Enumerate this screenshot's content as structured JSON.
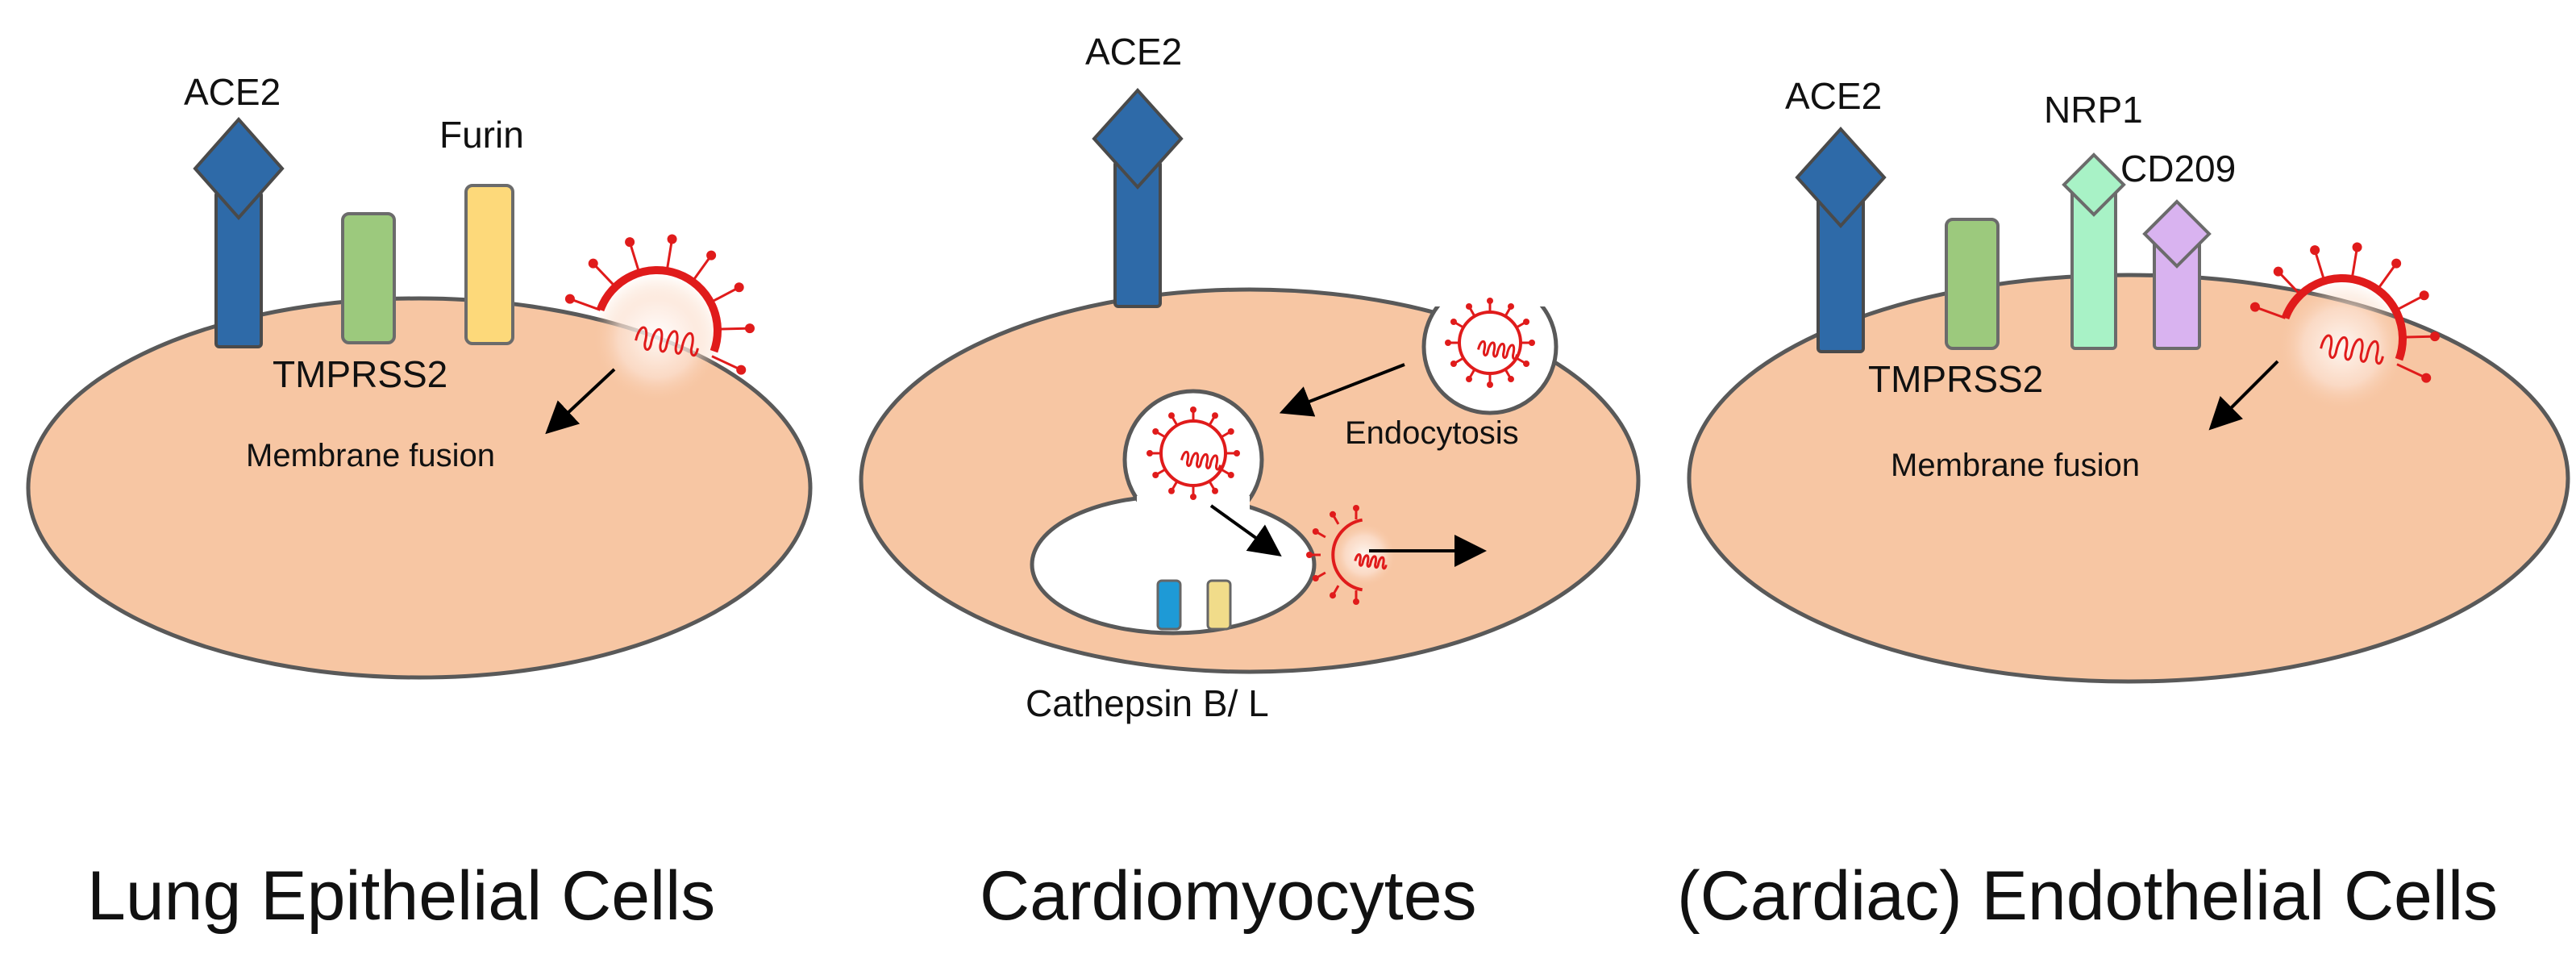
{
  "panels": {
    "lung": {
      "ace2": "ACE2",
      "furin": "Furin",
      "tmprss2": "TMPRSS2",
      "membrane_fusion": "Membrane fusion",
      "title": "Lung Epithelial Cells"
    },
    "cardio": {
      "ace2": "ACE2",
      "endocytosis": "Endocytosis",
      "cathepsin": "Cathepsin B/ L",
      "title": "Cardiomyocytes"
    },
    "endo": {
      "ace2": "ACE2",
      "nrp1": "NRP1",
      "cd209": "CD209",
      "tmprss2": "TMPRSS2",
      "membrane_fusion": "Membrane fusion",
      "title": "(Cardiac) Endothelial Cells"
    }
  },
  "colors": {
    "cell_fill": "#f7c6a3",
    "cell_stroke": "#595959",
    "ace2": "#2e6aa8",
    "tmprss2": "#9cc97d",
    "furin": "#fdd97a",
    "nrp1": "#a8f2c6",
    "cd209": "#d9b3f0",
    "virus": "#e01b1b",
    "cathepsin_blue": "#1e9ad6",
    "cathepsin_yellow": "#f1dc8a"
  }
}
